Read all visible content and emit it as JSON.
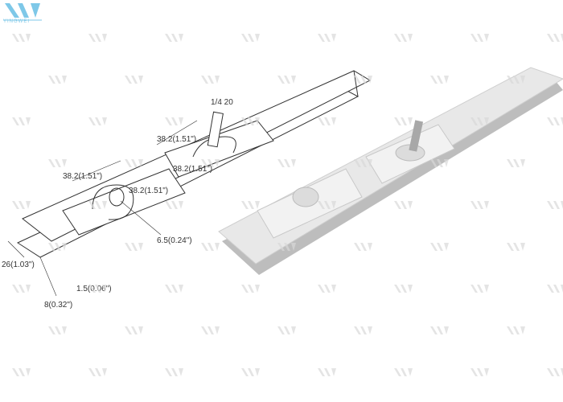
{
  "brand": {
    "logo_text": "YINGWEI",
    "logo_mark": "YW",
    "color": "#7ec8e8"
  },
  "drawing": {
    "thread_label": "1/4 20",
    "dim_top_slot": "38.2(1.51\")",
    "dim_left_slot": "38.2(1.51\")",
    "dim_mid_a": "38.2(1.51\")",
    "dim_mid_b": "38.2(1.51\")",
    "dim_ring": "6.5(0.24\")",
    "dim_width": "26(1.03\")",
    "dim_thickness": "1.5(0.06\")",
    "dim_height": "8(0.32\")"
  },
  "colors": {
    "line": "#333333",
    "photo_strip": "#e6e6e6",
    "photo_edge": "#bdbdbd",
    "watermark": "#d8d8d8"
  }
}
